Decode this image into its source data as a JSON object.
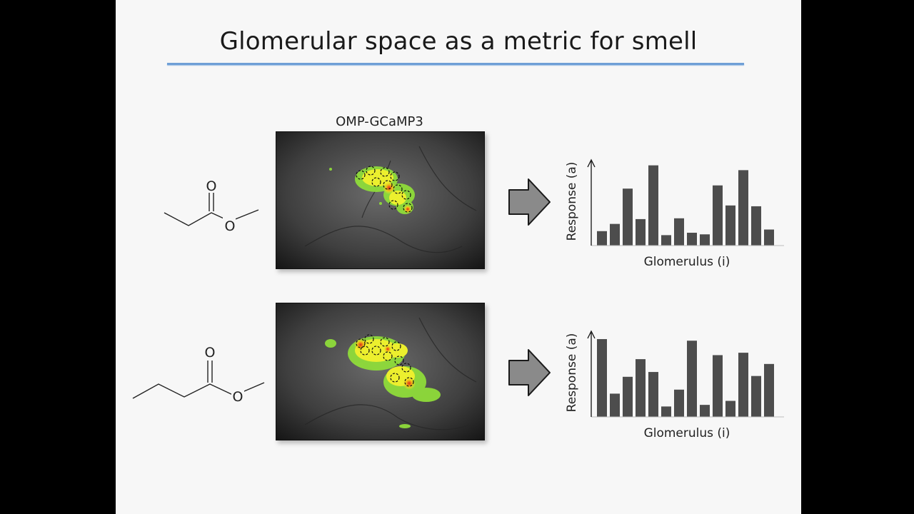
{
  "slide": {
    "title": "Glomerular space as a metric for smell",
    "image_label": "OMP-GCaMP3"
  },
  "molecules": [
    {
      "atoms": [
        "O",
        "O"
      ]
    },
    {
      "atoms": [
        "O",
        "O"
      ]
    }
  ],
  "chart_data": [
    {
      "type": "bar",
      "ylabel": "Response (a)",
      "xlabel": "Glomerulus (i)",
      "values": [
        0.18,
        0.27,
        0.71,
        0.33,
        1.0,
        0.13,
        0.34,
        0.16,
        0.14,
        0.75,
        0.5,
        0.94,
        0.49,
        0.2
      ],
      "ylim": [
        0,
        1.05
      ]
    },
    {
      "type": "bar",
      "ylabel": "Response (a)",
      "xlabel": "Glomerulus (i)",
      "values": [
        0.97,
        0.29,
        0.5,
        0.72,
        0.56,
        0.13,
        0.34,
        0.95,
        0.15,
        0.77,
        0.2,
        0.8,
        0.51,
        0.66
      ],
      "ylim": [
        0,
        1.05
      ]
    }
  ],
  "colors": {
    "bar": "#4d4d4d",
    "title_rule": "#6f9fd6",
    "arrow": "#8a8a8a"
  }
}
